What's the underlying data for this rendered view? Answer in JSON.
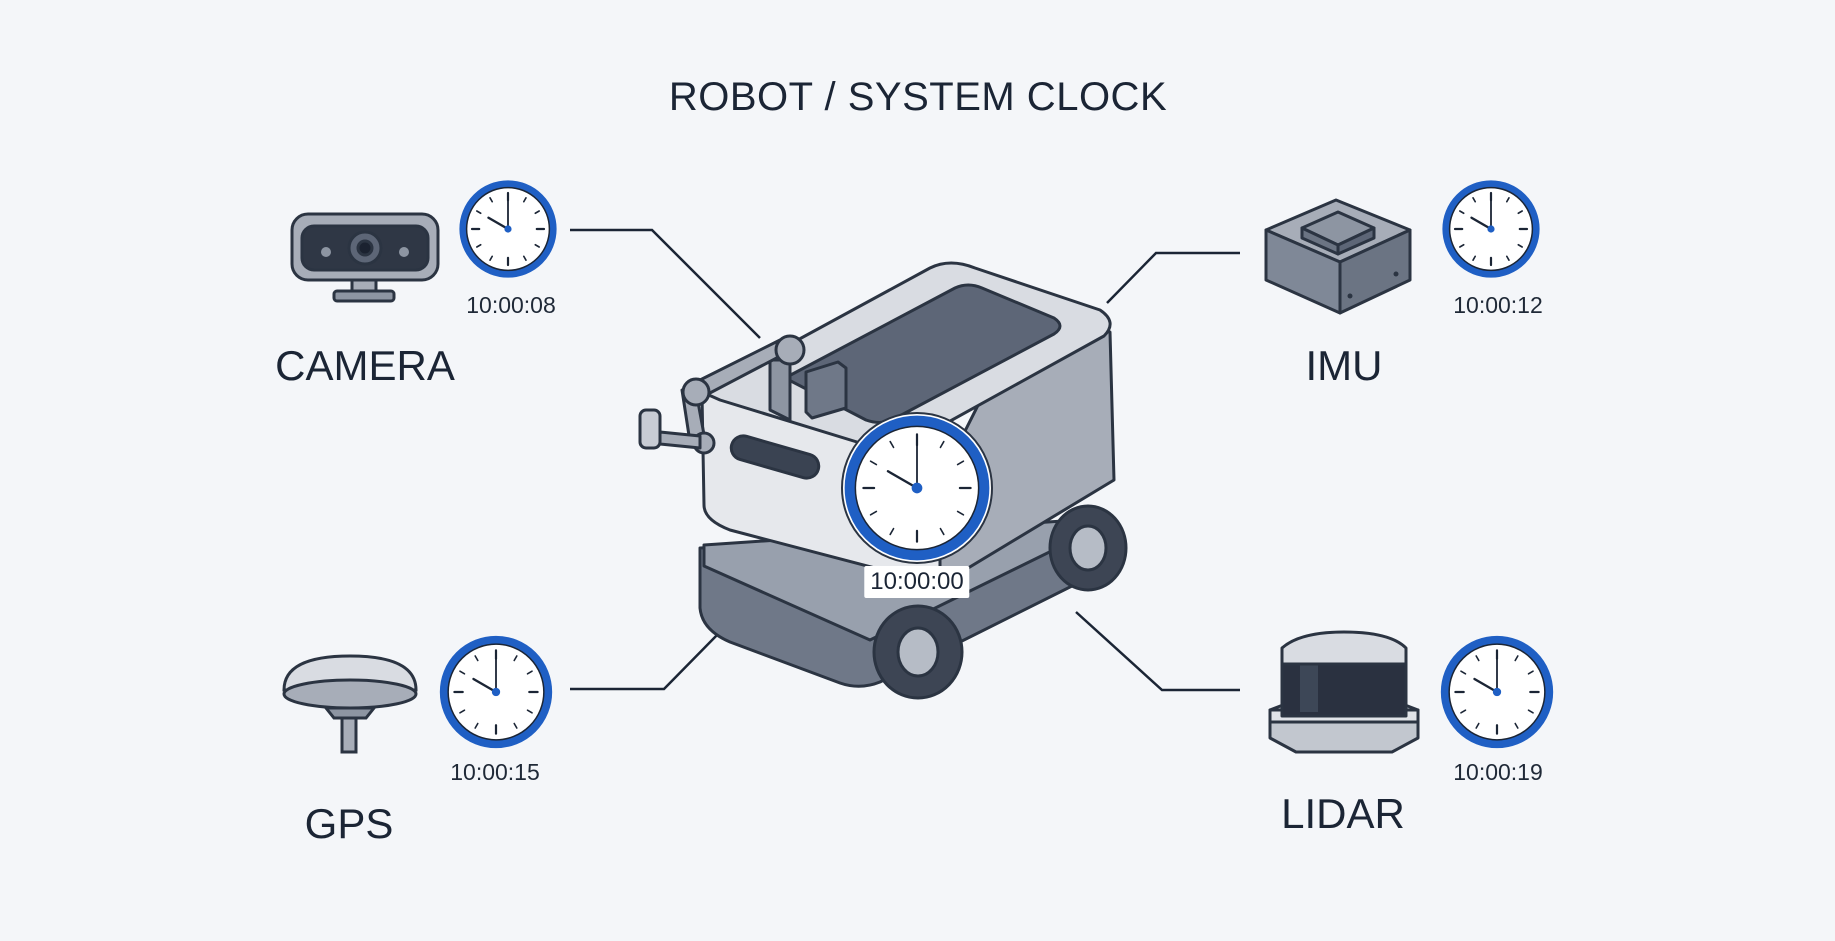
{
  "title": "ROBOT / SYSTEM CLOCK",
  "robot": {
    "clock_time": "10:00:00",
    "clock_hands": {
      "hour": 10,
      "minute": 0
    }
  },
  "sensors": {
    "camera": {
      "label": "CAMERA",
      "time": "10:00:08",
      "clock_hands": {
        "hour": 10,
        "minute": 0
      }
    },
    "imu": {
      "label": "IMU",
      "time": "10:00:12",
      "clock_hands": {
        "hour": 10,
        "minute": 0
      }
    },
    "gps": {
      "label": "GPS",
      "time": "10:00:15",
      "clock_hands": {
        "hour": 10,
        "minute": 0
      }
    },
    "lidar": {
      "label": "LIDAR",
      "time": "10:00:19",
      "clock_hands": {
        "hour": 10,
        "minute": 0
      }
    }
  },
  "colors": {
    "clock_ring": "#1f5fc4",
    "line": "#1b2535",
    "body_light": "#e6e8ec",
    "body_mid": "#a7adb8",
    "body_dark": "#6b7483"
  },
  "icons": {
    "camera": "camera-icon",
    "imu": "imu-box-icon",
    "gps": "gps-antenna-icon",
    "lidar": "lidar-icon",
    "clock": "clock-icon"
  }
}
